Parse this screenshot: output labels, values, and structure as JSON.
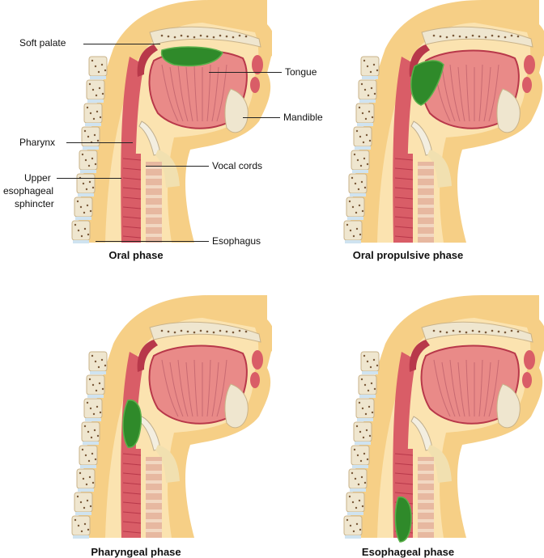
{
  "panels": [
    {
      "caption": "Oral phase",
      "bolus": "mouth"
    },
    {
      "caption": "Oral propulsive phase",
      "bolus": "oropharynx"
    },
    {
      "caption": "Pharyngeal phase",
      "bolus": "pharynx"
    },
    {
      "caption": "Esophageal phase",
      "bolus": "esophagus"
    }
  ],
  "labels": {
    "soft_palate": "Soft palate",
    "tongue": "Tongue",
    "mandible": "Mandible",
    "pharynx": "Pharynx",
    "vocal_cords": "Vocal cords",
    "ues_line1": "Upper",
    "ues_line2": "esophageal",
    "ues_line3": "sphincter",
    "esophagus": "Esophagus"
  },
  "colors": {
    "skin": "#f6cf86",
    "skin_light": "#fbe3b0",
    "tissue": "#e98a88",
    "muscle": "#d95d67",
    "muscle_dark": "#b8384a",
    "bone": "#efe6cf",
    "bone_spot": "#7a5a3a",
    "bolus": "#2f8a2a",
    "bolus_light": "#5bb04a",
    "line": "#222222"
  }
}
